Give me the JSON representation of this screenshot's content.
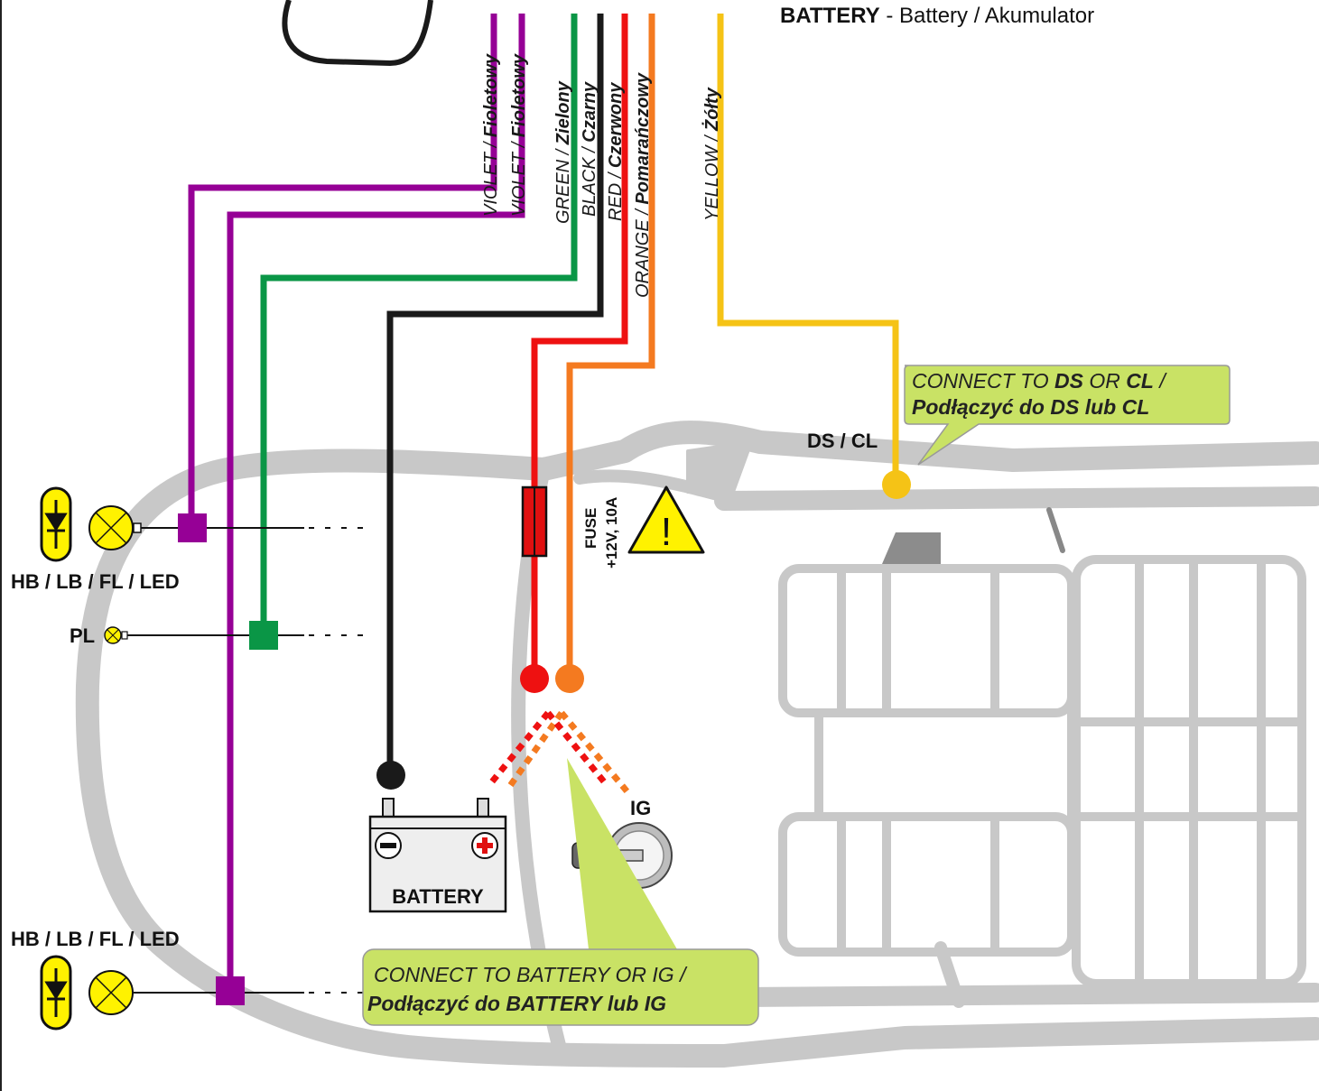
{
  "legend": {
    "term": "BATTERY",
    "separator": " - ",
    "description": "Battery / Akumulator"
  },
  "wires": [
    {
      "id": "violet-1",
      "label_en": "VIOLET / ",
      "label_pl": "Fioletowy",
      "color": "#960096"
    },
    {
      "id": "violet-2",
      "label_en": "VIOLET / ",
      "label_pl": "Fioletowy",
      "color": "#960096"
    },
    {
      "id": "green",
      "label_en": "GREEN / ",
      "label_pl": "Zielony",
      "color": "#0a9646"
    },
    {
      "id": "black",
      "label_en": "BLACK / ",
      "label_pl": "Czarny",
      "color": "#1a1a1a"
    },
    {
      "id": "red",
      "label_en": "RED / ",
      "label_pl": "Czerwony",
      "color": "#ee1111"
    },
    {
      "id": "orange",
      "label_en": "ORANGE / ",
      "label_pl": "Pomarańczowy",
      "color": "#f47a20"
    },
    {
      "id": "yellow",
      "label_en": "YELLOW / ",
      "label_pl": "Żółty",
      "color": "#f5c316"
    }
  ],
  "labels": {
    "ds_cl": "DS / CL",
    "hb_top": "HB / LB / FL / LED",
    "pl": "PL",
    "hb_bottom": "HB / LB / FL / LED",
    "battery": "BATTERY",
    "ig": "IG",
    "fuse_line1": "FUSE",
    "fuse_line2": "+12V, 10A",
    "warning_symbol": "!"
  },
  "callouts": {
    "ds_cl": {
      "line1_pre": "CONNECT TO ",
      "line1_b1": "DS",
      "line1_mid": " OR ",
      "line1_b2": "CL",
      "line1_post": " /",
      "line2": "Podłączyć do DS lub CL"
    },
    "battery_ig": {
      "line1": "CONNECT TO BATTERY OR IG /",
      "line2": "Podłączyć do BATTERY lub IG"
    }
  },
  "colors": {
    "callout_fill": "#c9e265",
    "car_outline": "#c8c8c8",
    "led_yellow": "#fff200",
    "battery_body": "#eeeeee",
    "fuse_red": "#e01010"
  },
  "icons": [
    "car-outline",
    "diode-icon",
    "lamp-icon",
    "battery-icon",
    "ignition-key-icon",
    "warning-icon",
    "fuse-icon"
  ]
}
